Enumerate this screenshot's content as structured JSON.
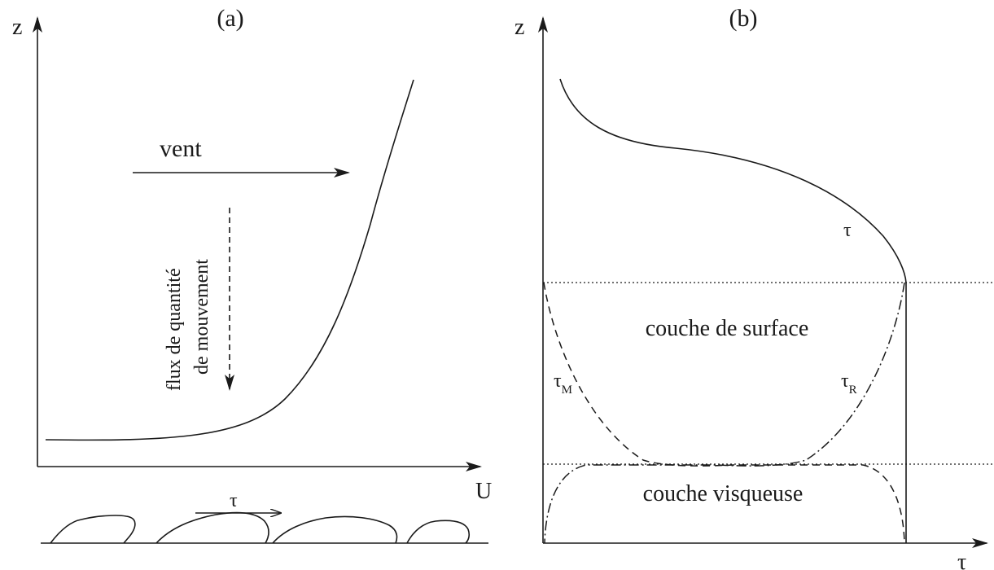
{
  "panel_a": {
    "label": "(a)",
    "y_axis_label": "z",
    "x_axis_label": "U",
    "wind_label": "vent",
    "flux_line1": "flux de quantité",
    "flux_line2": "de mouvement",
    "stress_label": "τ"
  },
  "panel_b": {
    "label": "(b)",
    "y_axis_label": "z",
    "x_axis_label": "τ",
    "tau_label": "τ",
    "tau_m_symbol": "τ",
    "tau_m_subscript": "M",
    "tau_r_symbol": "τ",
    "tau_r_subscript": "R",
    "surface_layer": "couche de surface",
    "viscous_layer": "couche visqueuse"
  },
  "colors": {
    "ink": "#1a1a1a",
    "background": "#ffffff"
  }
}
